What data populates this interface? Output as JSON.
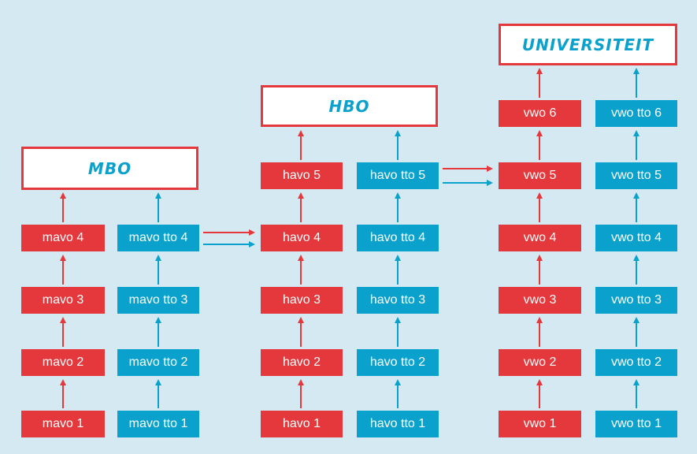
{
  "colors": {
    "red": "#e4383c",
    "blue": "#0aa2cc",
    "background": "#d5e9f3"
  },
  "destinations": {
    "mbo": "MBO",
    "hbo": "HBO",
    "universiteit": "UNIVERSITEIT"
  },
  "mavo": [
    "mavo 1",
    "mavo 2",
    "mavo 3",
    "mavo 4"
  ],
  "mavo_tto": [
    "mavo tto 1",
    "mavo tto 2",
    "mavo tto 3",
    "mavo tto 4"
  ],
  "havo": [
    "havo 1",
    "havo 2",
    "havo 3",
    "havo 4",
    "havo 5"
  ],
  "havo_tto": [
    "havo tto 1",
    "havo tto 2",
    "havo tto 3",
    "havo tto 4",
    "havo tto 5"
  ],
  "vwo": [
    "vwo 1",
    "vwo 2",
    "vwo 3",
    "vwo 4",
    "vwo 5",
    "vwo 6"
  ],
  "vwo_tto": [
    "vwo tto 1",
    "vwo tto 2",
    "vwo tto 3",
    "vwo tto 4",
    "vwo tto 5",
    "vwo tto 6"
  ]
}
